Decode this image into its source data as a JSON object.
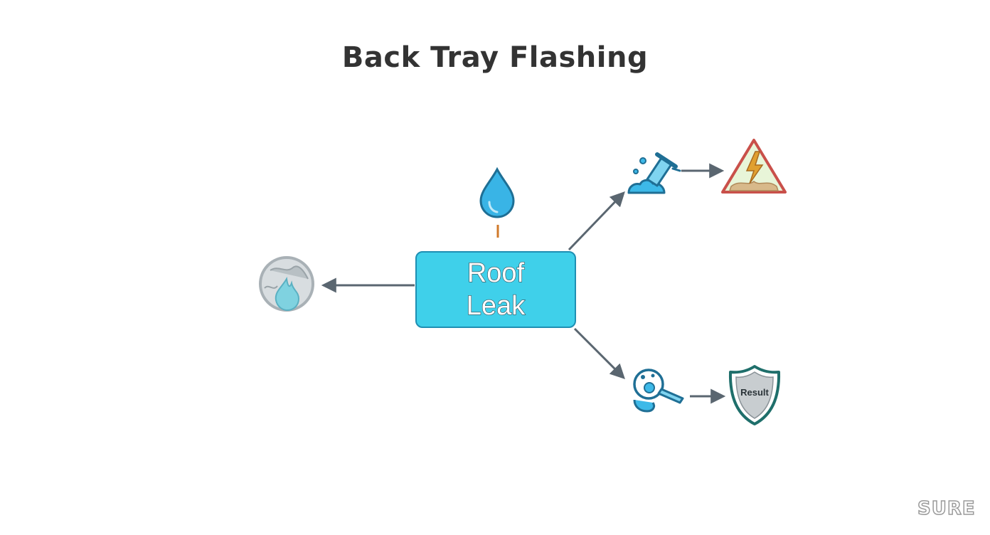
{
  "title": "Back Tray Flashing",
  "center_node": {
    "label": "Roof\nLeak"
  },
  "nodes": {
    "top_left_icon": "cleaning-tool-icon",
    "top_right_icon": "warning-lightning-icon",
    "bottom_left_icon": "inspection-tool-icon",
    "bottom_right_icon": "shield-icon",
    "bottom_right_label": "Result",
    "left_icon": "fire-globe-icon",
    "top_icon": "water-drop-icon"
  },
  "colors": {
    "box_fill": "#3fd0ea",
    "box_border": "#1e8fb3",
    "arrow": "#5a6670",
    "icon_blue": "#2aa7d6",
    "warning_red": "#c9504a",
    "shield_teal": "#1f6f6b"
  },
  "watermark": "SURE"
}
